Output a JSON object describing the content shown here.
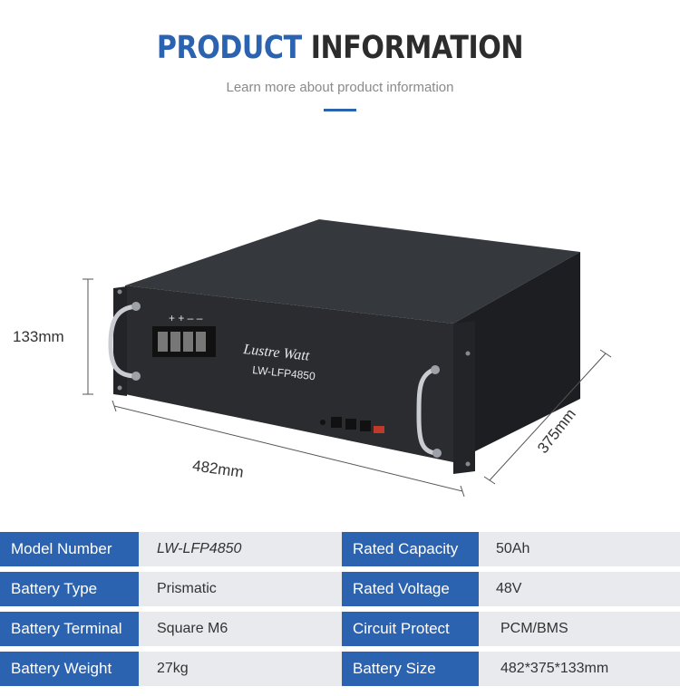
{
  "header": {
    "title_accent": "PRODUCT",
    "title_main": "INFORMATION",
    "subtitle": "Learn more about product information"
  },
  "product": {
    "brand": "Lustre Watt",
    "model_label": "LW-LFP4850",
    "terminals": "+ + – –"
  },
  "dimensions": {
    "height": "133mm",
    "width": "482mm",
    "depth": "375mm"
  },
  "colors": {
    "accent": "#2b63b0",
    "row_bg": "#e8eaee",
    "case": "#2a2c30"
  },
  "specs": [
    {
      "label_left": "Model Number",
      "value_left": "LW-LFP4850",
      "label_right": "Rated Capacity",
      "value_right": "50Ah"
    },
    {
      "label_left": "Battery Type",
      "value_left": "Prismatic",
      "label_right": "Rated Voltage",
      "value_right": "48V"
    },
    {
      "label_left": "Battery Terminal",
      "value_left": "Square M6",
      "label_right": "Circuit Protect",
      "value_right": "PCM/BMS"
    },
    {
      "label_left": "Battery Weight",
      "value_left": "27kg",
      "label_right": "Battery Size",
      "value_right": "482*375*133mm"
    }
  ]
}
